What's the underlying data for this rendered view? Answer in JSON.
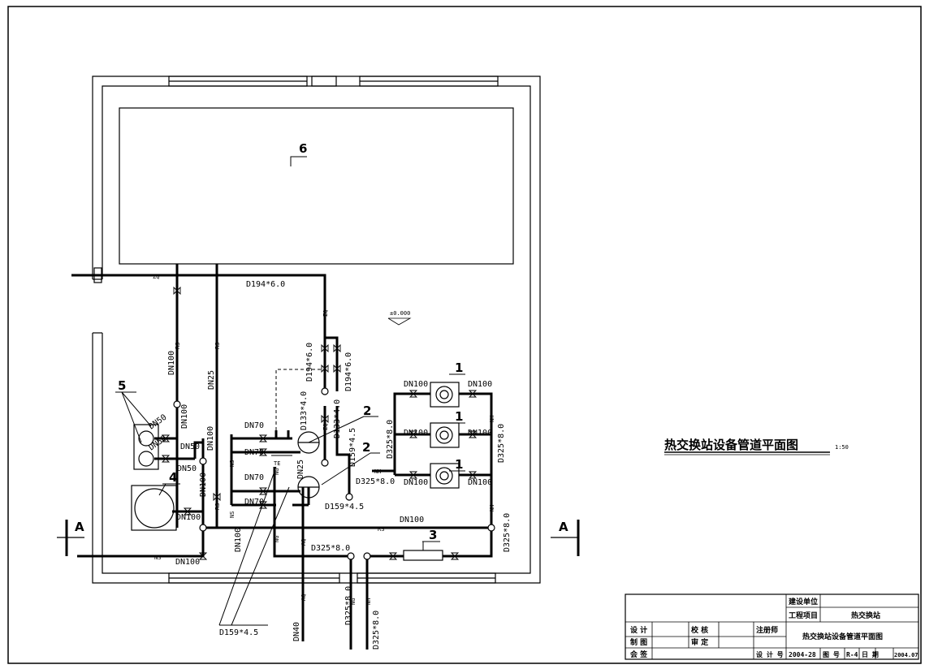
{
  "title": {
    "main": "热交换站设备管道平面图",
    "scale": "1:50"
  },
  "elevation": "±0.000",
  "section_mark": "A",
  "equipment_numbers": {
    "n1": "1",
    "n2": "2",
    "n3": "3",
    "n4": "4",
    "n5": "5",
    "n6": "6"
  },
  "pipe_codes": {
    "zq": "ZQ",
    "rs": "RS",
    "ns": "NS",
    "ng": "NG",
    "nh": "NH",
    "te": "TE",
    "aq": "AQ"
  },
  "sizes": {
    "d194": "D194*6.0",
    "d133": "D133*4.0",
    "d159": "D159*4.5",
    "d325": "D325*8.0",
    "dn100": "DN100",
    "dn70": "DN70",
    "dn50": "DN50",
    "dn25": "DN25",
    "dn40": "DN40"
  },
  "title_block": {
    "construction_unit": "建设单位",
    "project": "工程项目",
    "project_value": "热交换站",
    "design": "设 计",
    "check": "校 核",
    "registered": "注册师",
    "drawing": "制 图",
    "review": "审 定",
    "drawing_name": "热交换站设备管道平面图",
    "countersign": "会 签",
    "design_no": "设 计 号",
    "design_no_value": "2004-28",
    "drawing_no": "图 号",
    "drawing_no_value": "R-4",
    "date": "日 期",
    "date_value": "2004.07"
  }
}
